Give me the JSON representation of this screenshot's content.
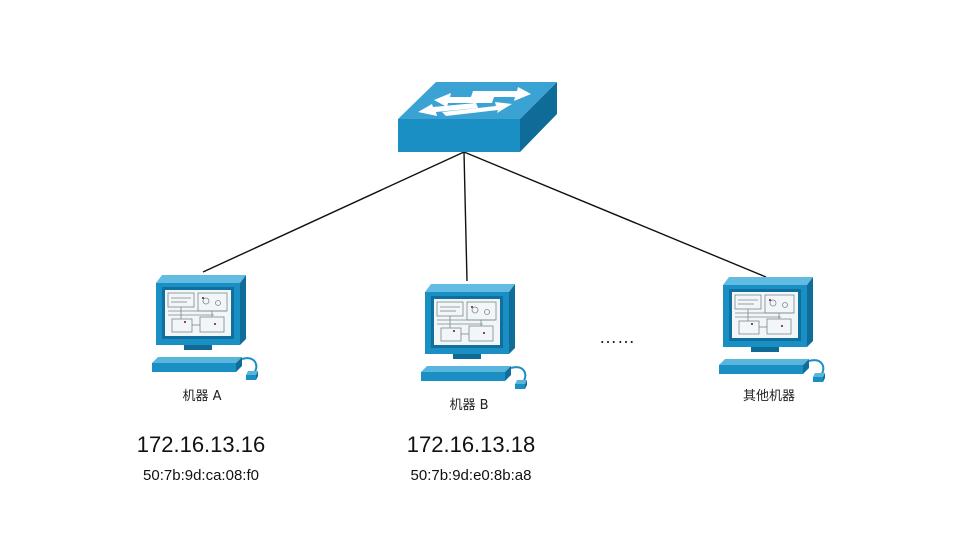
{
  "switch": {
    "icon": "network-switch-icon"
  },
  "machines": [
    {
      "name": "机器 A",
      "ip": "172.16.13.16",
      "mac": "50:7b:9d:ca:08:f0",
      "icon": "desktop-computer-icon"
    },
    {
      "name": "机器 B",
      "ip": "172.16.13.18",
      "mac": "50:7b:9d:e0:8b:a8",
      "icon": "desktop-computer-icon"
    },
    {
      "name": "其他机器",
      "icon": "desktop-computer-icon"
    }
  ],
  "ellipsis": "……",
  "colors": {
    "device_front": "#1a8fc4",
    "device_top": "#5fb8e0",
    "device_side": "#126f9c",
    "link": "#111111"
  }
}
